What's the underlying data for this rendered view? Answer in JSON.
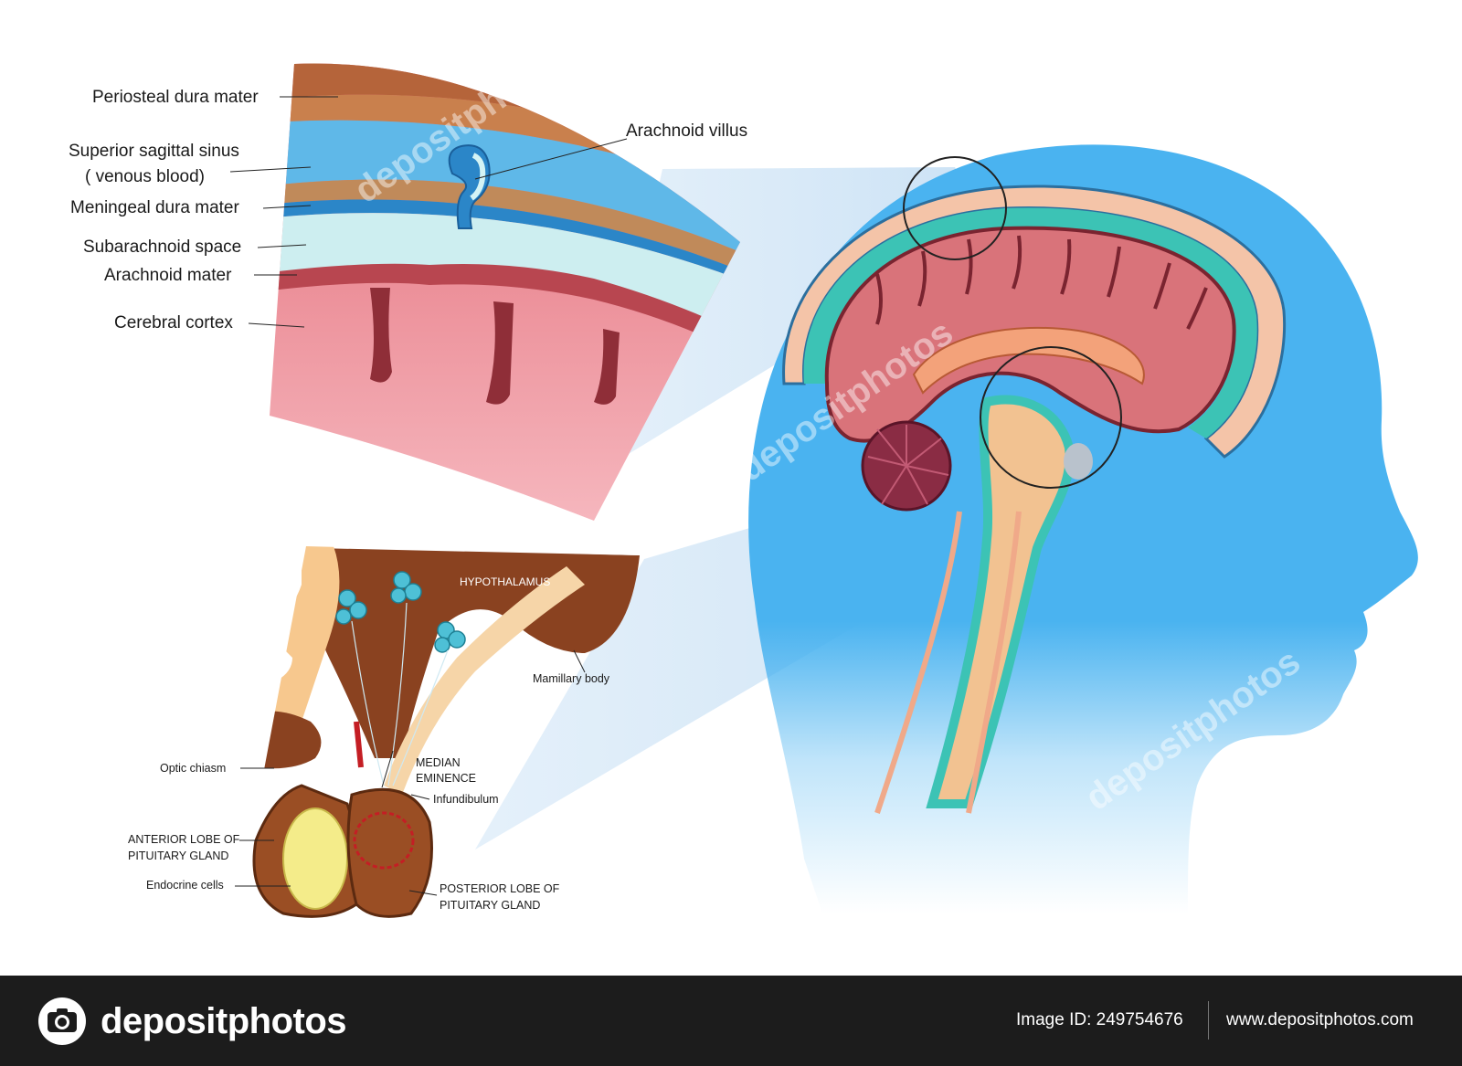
{
  "labels": {
    "periosteal": "Periosteal dura mater",
    "sinus_line1": "Superior sagittal sinus",
    "sinus_line2": "( venous blood)",
    "meningeal": "Meningeal dura mater",
    "subarachnoid": "Subarachnoid space",
    "arachnoid_mater": "Arachnoid  mater",
    "cortex": "Cerebral cortex",
    "villus": "Arachnoid villus",
    "hypothalamus": "HYPOTHALAMUS",
    "mamillary": "Mamillary body",
    "optic": "Optic chiasm",
    "median1": "MEDIAN",
    "median2": "EMINENCE",
    "infundibulum": "Infundibulum",
    "anterior1": "ANTERIOR LOBE OF",
    "anterior2": "PITUITARY GLAND",
    "endocrine": "Endocrine cells",
    "posterior1": "POSTERIOR LOBE OF",
    "posterior2": "PITUITARY GLAND"
  },
  "watermark": "depositphotos",
  "footer": {
    "logo": "depositphotos",
    "image_id": "Image ID: 249754676",
    "site": "www.depositphotos.com"
  },
  "colors": {
    "head": "#4ab3f0",
    "footer_bg": "#1c1c1c"
  }
}
